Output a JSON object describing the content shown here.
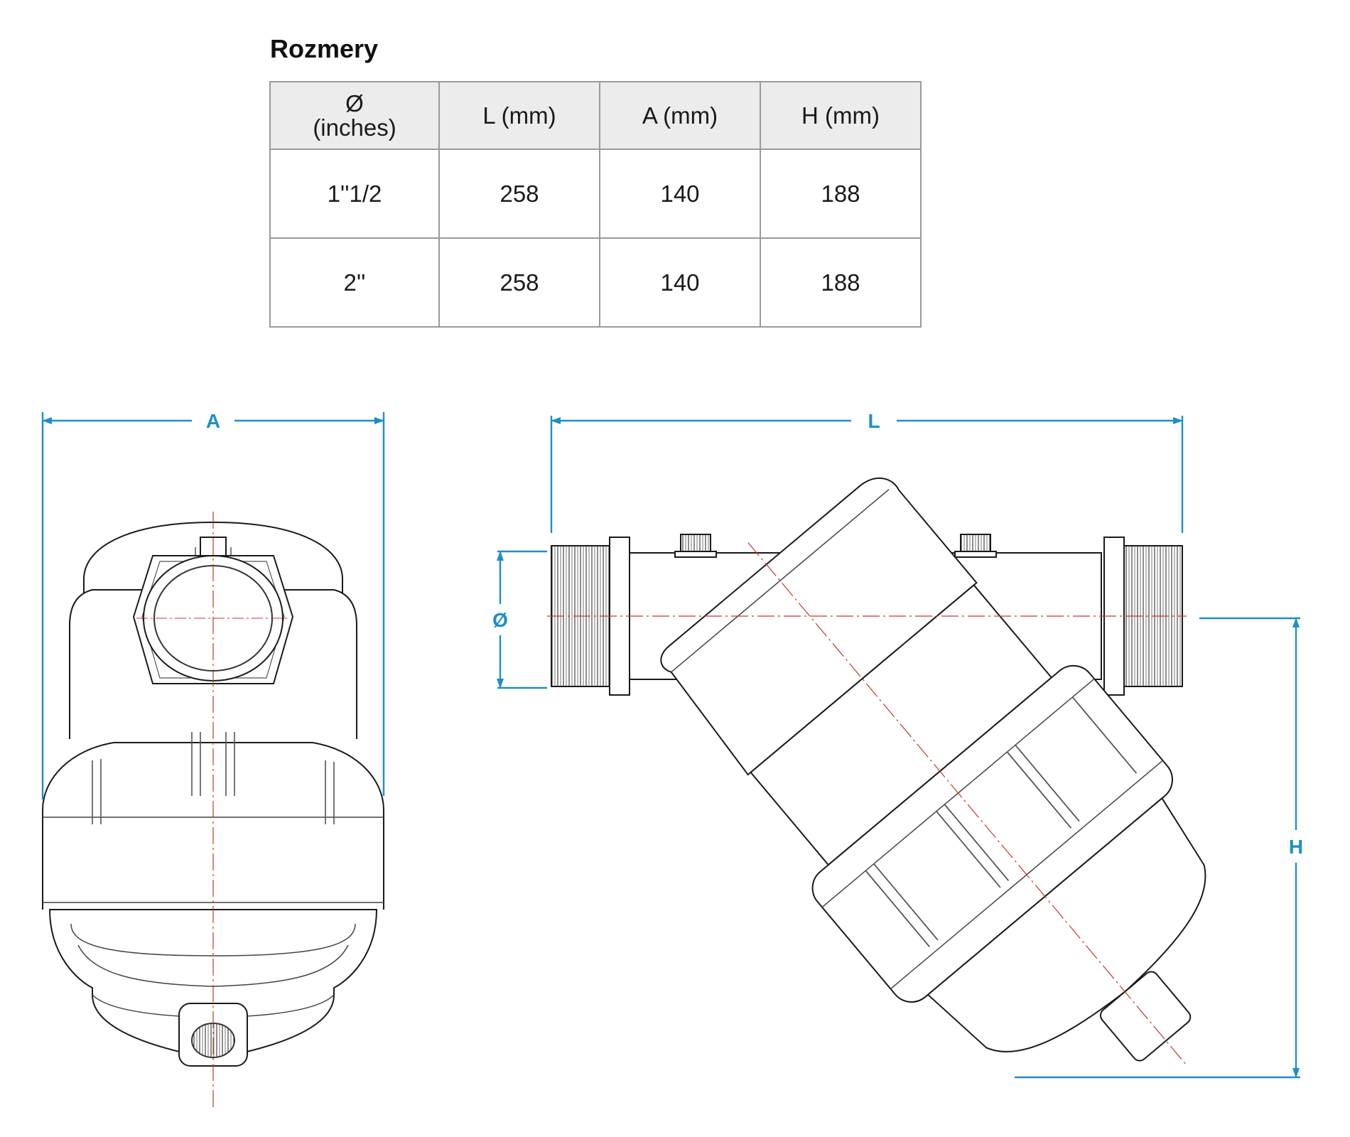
{
  "title": "Rozmery",
  "table": {
    "headers": [
      {
        "line1": "Ø",
        "line2": "(inches)"
      },
      {
        "line1": "L (mm)"
      },
      {
        "line1": "A (mm)"
      },
      {
        "line1": "H (mm)"
      }
    ],
    "rows": [
      [
        "1''1/2",
        "258",
        "140",
        "188"
      ],
      [
        "2''",
        "258",
        "140",
        "188"
      ]
    ]
  },
  "dimension_labels": {
    "A": "A",
    "L": "L",
    "diameter": "Ø",
    "H": "H"
  },
  "colors": {
    "dimension": "#1e8fc6",
    "centerline": "#c0392b",
    "outline": "#1a1a1a",
    "table_border": "#9a9a9a",
    "header_bg": "#ececec"
  }
}
